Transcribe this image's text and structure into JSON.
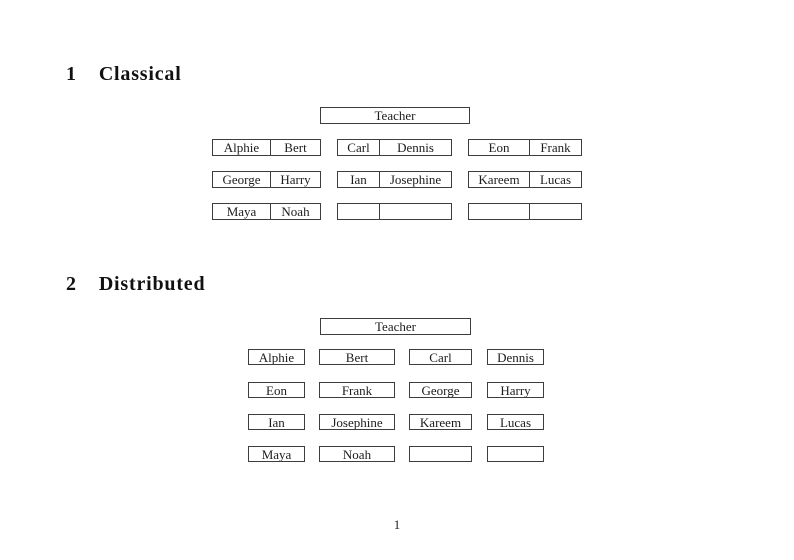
{
  "document": {
    "footer": {
      "page_number": "1"
    }
  },
  "colors": {
    "background": "#ffffff",
    "box_border": "#3d3d3d",
    "text": "#1c1c1c"
  },
  "sections": {
    "classical": {
      "number": "1",
      "title": "Classical",
      "teacher_label": "Teacher",
      "desk_rows": [
        [
          {
            "left": "Alphie",
            "right": "Bert"
          },
          {
            "left": "Carl",
            "right": "Dennis"
          },
          {
            "left": "Eon",
            "right": "Frank"
          }
        ],
        [
          {
            "left": "George",
            "right": "Harry"
          },
          {
            "left": "Ian",
            "right": "Josephine"
          },
          {
            "left": "Kareem",
            "right": "Lucas"
          }
        ],
        [
          {
            "left": "Maya",
            "right": "Noah"
          },
          {
            "left": "",
            "right": ""
          },
          {
            "left": "",
            "right": ""
          }
        ]
      ]
    },
    "distributed": {
      "number": "2",
      "title": "Distributed",
      "teacher_label": "Teacher",
      "desk_rows": [
        [
          "Alphie",
          "Bert",
          "Carl",
          "Dennis"
        ],
        [
          "Eon",
          "Frank",
          "George",
          "Harry"
        ],
        [
          "Ian",
          "Josephine",
          "Kareem",
          "Lucas"
        ],
        [
          "Maya",
          "Noah",
          "",
          ""
        ]
      ]
    }
  }
}
